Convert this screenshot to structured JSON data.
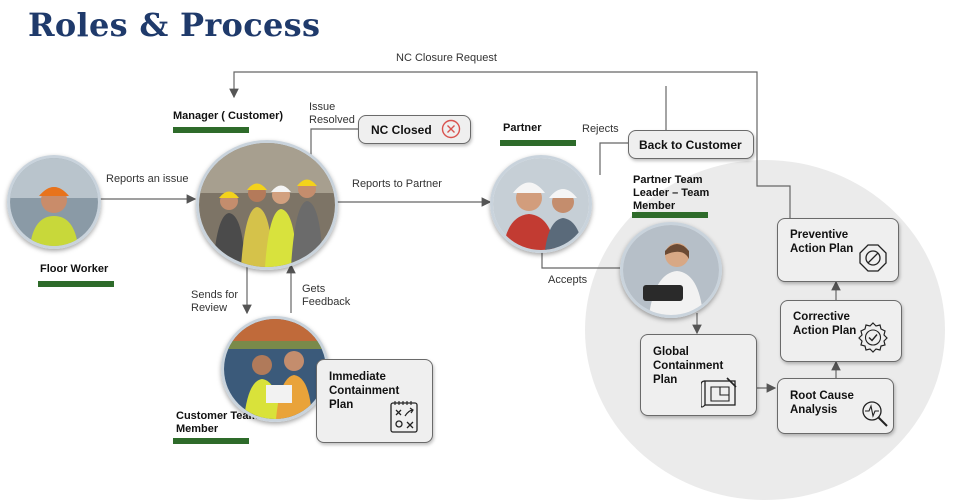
{
  "title": "Roles & Process",
  "roles": {
    "floor_worker": "Floor Worker",
    "manager": "Manager ( Customer)",
    "partner": "Partner",
    "partner_team": "Partner Team Leader – Team Member",
    "customer_team": "Customer Team Member"
  },
  "flow_labels": {
    "nc_closure_request": "NC Closure Request",
    "issue_resolved": "Issue Resolved",
    "reports_an_issue": "Reports an issue",
    "reports_to_partner": "Reports to Partner",
    "rejects": "Rejects",
    "accepts": "Accepts",
    "sends_for_review": "Sends for Review",
    "gets_feedback": "Gets Feedback"
  },
  "boxes": {
    "nc_closed": "NC Closed",
    "back_to_customer": "Back to Customer",
    "immediate_containment": "Immediate Containment Plan",
    "global_containment": "Global Containment Plan",
    "root_cause": "Root Cause Analysis",
    "corrective_action": "Corrective Action Plan",
    "preventive_action": "Preventive Action Plan"
  },
  "colors": {
    "title": "#1f3a6b",
    "role_bar": "#2e6b2a",
    "nc_icon": "#d9534f",
    "panel": "#ebebeb"
  },
  "icons": [
    "close-circle-icon",
    "strategy-board-icon",
    "blueprint-icon",
    "magnifier-pulse-icon",
    "badge-check-icon",
    "octagon-ban-icon"
  ]
}
